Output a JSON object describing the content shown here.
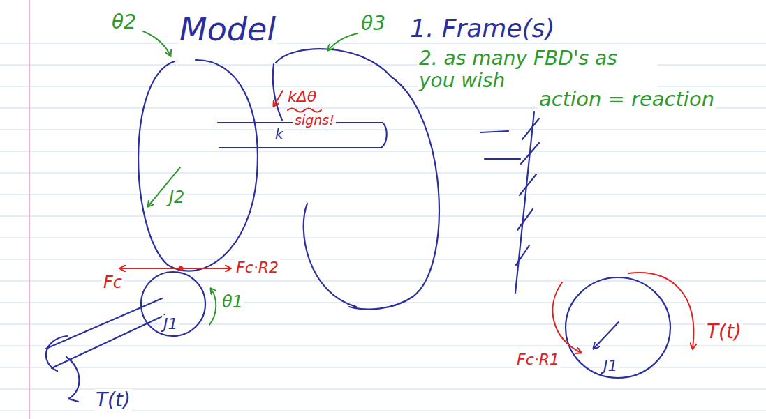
{
  "diagram": {
    "title": "Model",
    "labels": [
      "1. Frame(s)",
      "2. as many FBD's as you wish",
      "action = reaction",
      "θ2",
      "θ3",
      "kΔθ",
      "signs!",
      "k",
      "J2",
      "Fc",
      "Fc·R2",
      "θ1",
      "J1",
      "T(t)",
      "Fc·R1",
      "J1",
      "T(t)"
    ]
  }
}
